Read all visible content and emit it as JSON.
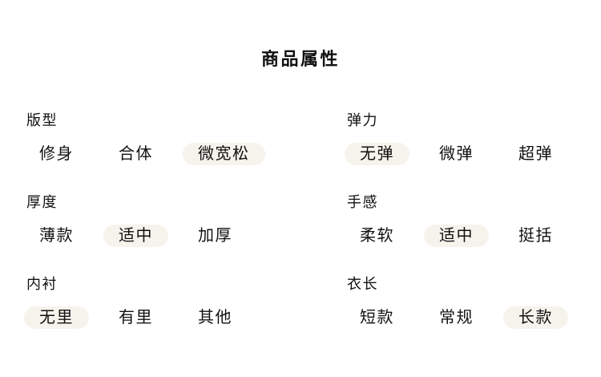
{
  "page": {
    "title": "商品属性",
    "background_color": "#ffffff",
    "text_color": "#111111",
    "selected_pill_color": "#f6f3ec"
  },
  "groups": [
    {
      "label": "版型",
      "options": [
        {
          "label": "修身",
          "selected": false
        },
        {
          "label": "合体",
          "selected": false
        },
        {
          "label": "微宽松",
          "selected": true
        }
      ]
    },
    {
      "label": "弹力",
      "options": [
        {
          "label": "无弹",
          "selected": true
        },
        {
          "label": "微弹",
          "selected": false
        },
        {
          "label": "超弹",
          "selected": false
        }
      ]
    },
    {
      "label": "厚度",
      "options": [
        {
          "label": "薄款",
          "selected": false
        },
        {
          "label": "适中",
          "selected": true
        },
        {
          "label": "加厚",
          "selected": false
        }
      ]
    },
    {
      "label": "手感",
      "options": [
        {
          "label": "柔软",
          "selected": false
        },
        {
          "label": "适中",
          "selected": true
        },
        {
          "label": "挺括",
          "selected": false
        }
      ]
    },
    {
      "label": "内衬",
      "options": [
        {
          "label": "无里",
          "selected": true
        },
        {
          "label": "有里",
          "selected": false
        },
        {
          "label": "其他",
          "selected": false
        }
      ]
    },
    {
      "label": "衣长",
      "options": [
        {
          "label": "短款",
          "selected": false
        },
        {
          "label": "常规",
          "selected": false
        },
        {
          "label": "长款",
          "selected": true
        }
      ]
    }
  ]
}
